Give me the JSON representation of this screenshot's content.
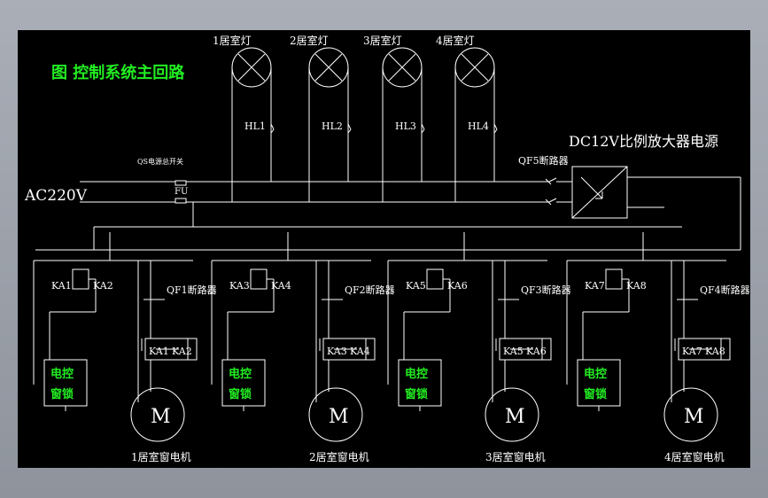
{
  "title": "图 控制系统主回路",
  "supply_label": "AC220V",
  "dc_label": "DC12V比例放大器电源",
  "switch_label": "QS电源总开关",
  "fuse_label": "FU",
  "qf5_label": "QF5断路器",
  "lamps": [
    {
      "label": "1居室灯",
      "hl": "HL1"
    },
    {
      "label": "2居室灯",
      "hl": "HL2"
    },
    {
      "label": "3居室灯",
      "hl": "HL3"
    },
    {
      "label": "4居室灯",
      "hl": "HL4"
    }
  ],
  "units": [
    {
      "ka_a": "KA1",
      "ka_b": "KA2",
      "qf": "QF1断路器",
      "lock_line1": "电控",
      "lock_line2": "窗锁",
      "motor_symbol": "M",
      "motor_label": "1居室窗电机"
    },
    {
      "ka_a": "KA3",
      "ka_b": "KA4",
      "qf": "QF2断路器",
      "lock_line1": "电控",
      "lock_line2": "窗锁",
      "motor_symbol": "M",
      "motor_label": "2居室窗电机"
    },
    {
      "ka_a": "KA5",
      "ka_b": "KA6",
      "qf": "QF3断路器",
      "lock_line1": "电控",
      "lock_line2": "窗锁",
      "motor_symbol": "M",
      "motor_label": "3居室窗电机"
    },
    {
      "ka_a": "KA7",
      "ka_b": "KA8",
      "qf": "QF4断路器",
      "lock_line1": "电控",
      "lock_line2": "窗锁",
      "motor_symbol": "M",
      "motor_label": "4居室窗电机"
    }
  ],
  "colors": {
    "background": "#000000",
    "wire": "#ffffff",
    "highlight": "#22ee22",
    "frame": "#9aa0aa"
  }
}
